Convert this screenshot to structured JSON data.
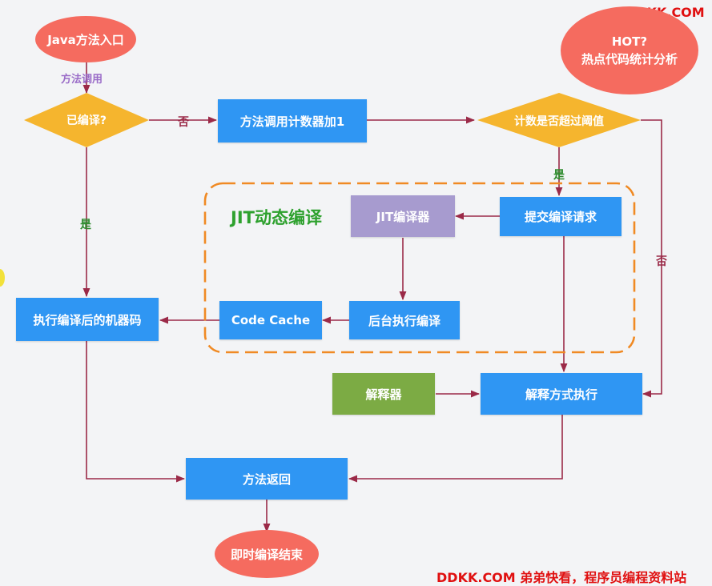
{
  "watermark": {
    "top": "DDKK.COM",
    "bottom": "DDKK.COM 弟弟快看，程序员编程资料站"
  },
  "nodes": {
    "start": "Java方法入口",
    "compiled_check": "已编译?",
    "counter_add": "方法调用计数器加1",
    "threshold_check": "计数是否超过阈值",
    "hot": [
      "HOT?",
      "热点代码统计分析"
    ],
    "submit_request": "提交编译请求",
    "jit_compiler": "JIT编译器",
    "background_compile": "后台执行编译",
    "code_cache": "Code Cache",
    "exec_machine_code": "执行编译后的机器码",
    "interpreter": "解释器",
    "interpret_exec": "解释方式执行",
    "method_return": "方法返回",
    "end": "即时编译结束"
  },
  "group": {
    "title": "JIT动态编译"
  },
  "edge_labels": {
    "method_call": "方法调用",
    "no_1": "否",
    "yes_1": "是",
    "yes_2": "是",
    "no_2": "否"
  },
  "colors": {
    "process": "#2f96f3",
    "decision": "#f5b52e",
    "terminal": "#f56b5f",
    "jit": "#a79bcf",
    "interpreter": "#7cab44",
    "arrow": "#9b2a48",
    "group_border": "#f08a24",
    "group_title": "#2ea12e",
    "method_call_label": "#9a6cc8",
    "yes_no_label": "#2e8b2e",
    "watermark": "#e01010"
  }
}
